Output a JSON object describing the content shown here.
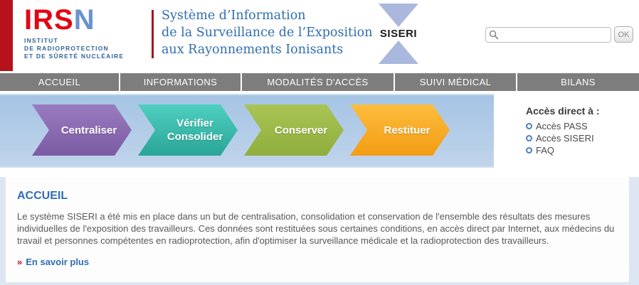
{
  "header": {
    "logo": {
      "word_red": "IRS",
      "word_blue": "N",
      "subtitle_lines": [
        "INSTITUT",
        "DE  RADIOPROTECTION",
        "ET DE SÛRETÉ NUCLÉAIRE"
      ]
    },
    "title_lines": [
      "Système d’Information",
      "de la Surveillance de l’Exposition",
      "aux Rayonnements Ionisants"
    ],
    "siseri_logo_text": "SISERI",
    "search": {
      "value": "",
      "ok_label": "OK"
    }
  },
  "nav": {
    "items": [
      {
        "label": "ACCUEIL"
      },
      {
        "label": "INFORMATIONS"
      },
      {
        "label": "MODALITÉS D'ACCÈS"
      },
      {
        "label": "SUIVI MÉDICAL"
      },
      {
        "label": "BILANS"
      }
    ]
  },
  "banner": {
    "steps": [
      {
        "line1": "Centraliser",
        "color_top": "#9a7bc0",
        "color_bottom": "#7b5ba3"
      },
      {
        "line1": "Vérifier",
        "line2": "Consolider",
        "color_top": "#4ecfc0",
        "color_bottom": "#2aa598"
      },
      {
        "line1": "Conserver",
        "color_top": "#a9c455",
        "color_bottom": "#8fae3c"
      },
      {
        "line1": "Restituer",
        "color_top": "#fcbd3d",
        "color_bottom": "#f39c13"
      }
    ],
    "quick_access": {
      "title": "Accès direct à :",
      "links": [
        "Accès PASS",
        "Accès SISERI",
        "FAQ"
      ]
    }
  },
  "main": {
    "heading": "ACCUEIL",
    "paragraph": "Le système SISERI a été mis en place dans un but de centralisation, consolidation et conservation de l'ensemble des résultats des mesures individuelles de l'exposition des travailleurs. Ces données sont restituées sous certaines conditions, en accès direct par Internet, aux médecins du travail et personnes compétentes en radioprotection, afin d'optimiser la surveillance médicale et la radioprotection des travailleurs.",
    "more_link": {
      "arrow": "»",
      "label": "En savoir plus"
    }
  },
  "colors": {
    "logo_red": "#e30613",
    "logo_n_blue": "#6a93ce",
    "left_bar_red": "#b5121b",
    "title_blue": "#2f6db0",
    "nav_gray": "#7d7d7d",
    "banner_blue": "#b3cbe7",
    "wrapper_blue": "#dce7f3",
    "accent_blue": "#2e6db4",
    "more_arrow_red": "#c01622",
    "bullet_ring_blue": "#4d7ebf",
    "siseri_triangle_blue": "#a9b8dc"
  }
}
